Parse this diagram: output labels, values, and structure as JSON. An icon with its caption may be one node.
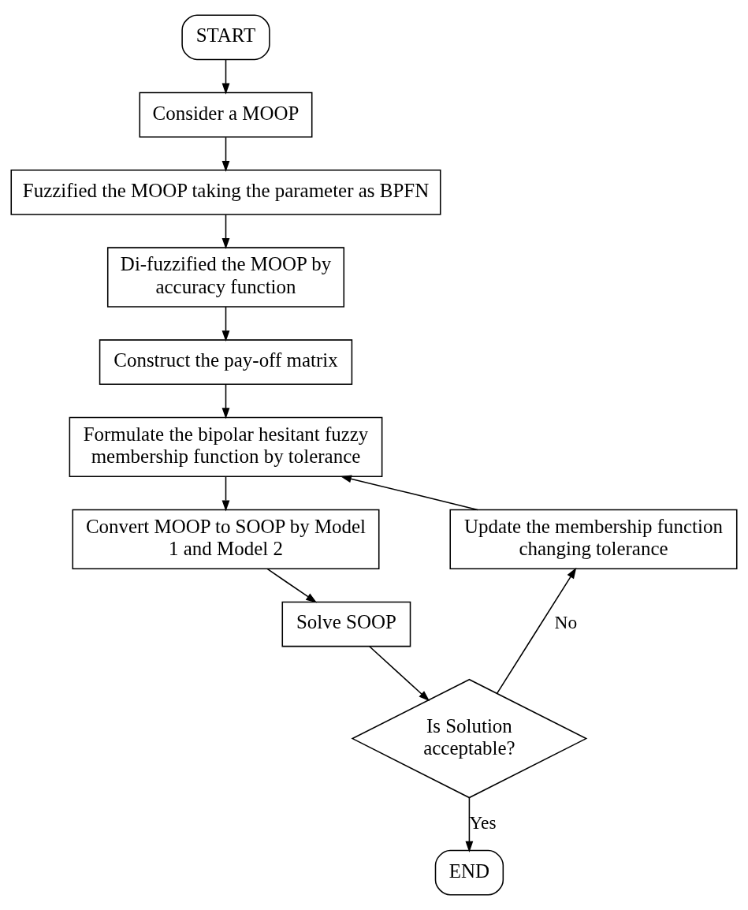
{
  "diagram": {
    "nodes": [
      {
        "text": [
          "START"
        ]
      },
      {
        "text": [
          "Consider a MOOP"
        ]
      },
      {
        "text": [
          "Fuzzified the MOOP taking the parameter as BPFN"
        ]
      },
      {
        "text": [
          "Di-fuzzified the MOOP by accuracy function"
        ]
      },
      {
        "text": [
          "Construct the pay-off matrix"
        ]
      },
      {
        "text": [
          "Formulate the bipolar hesitant fuzzy membership function by tolerance"
        ]
      },
      {
        "text": [
          "Convert MOOP to SOOP by Model 1 and Model 2"
        ]
      },
      {
        "text": [
          "Solve SOOP"
        ]
      },
      {
        "text": [
          "Is Solution acceptable?"
        ]
      },
      {
        "text": [
          "Update the membership function changing tolerance"
        ]
      },
      {
        "text": [
          "END"
        ]
      }
    ],
    "edges": [
      {
        "from": 0,
        "to": 1,
        "arrow": "to"
      },
      {
        "from": 1,
        "to": 2,
        "arrow": "to"
      },
      {
        "from": 2,
        "to": 3,
        "arrow": "to"
      },
      {
        "from": 3,
        "to": 4,
        "arrow": "to"
      },
      {
        "from": 4,
        "to": 5,
        "arrow": "to"
      },
      {
        "from": 5,
        "to": 6,
        "arrow": "to"
      },
      {
        "from": 6,
        "to": 7,
        "arrow": "to"
      },
      {
        "from": 7,
        "to": 8,
        "arrow": "to"
      },
      {
        "from": 8,
        "to": 9,
        "arrow": "to",
        "label": "No"
      },
      {
        "from": 9,
        "to": 5,
        "arrow": "to"
      },
      {
        "from": 8,
        "to": 10,
        "arrow": "to",
        "label": "Yes"
      }
    ]
  }
}
